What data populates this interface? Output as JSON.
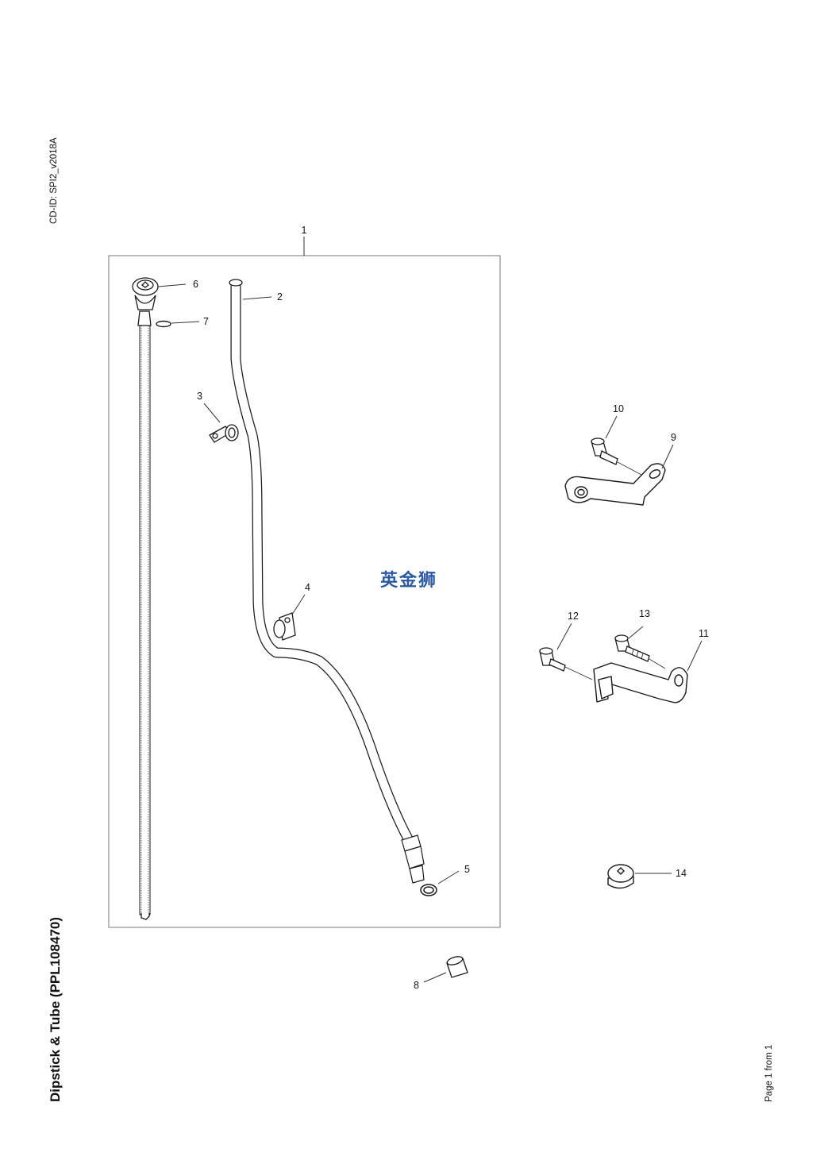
{
  "header": {
    "cd_id": "CD-ID: SPI2_v2018A"
  },
  "title": "Dipstick & Tube (PPL108470)",
  "footer": {
    "page": "Page 1 from 1"
  },
  "watermark": "英金狮",
  "callouts": {
    "c1": "1",
    "c2": "2",
    "c3": "3",
    "c4": "4",
    "c5": "5",
    "c6": "6",
    "c7": "7",
    "c8": "8",
    "c9": "9",
    "c10": "10",
    "c11": "11",
    "c12": "12",
    "c13": "13",
    "c14": "14"
  },
  "colors": {
    "line": "#1a1a1a",
    "frame": "#777777",
    "watermark": "#2c5aa0"
  }
}
